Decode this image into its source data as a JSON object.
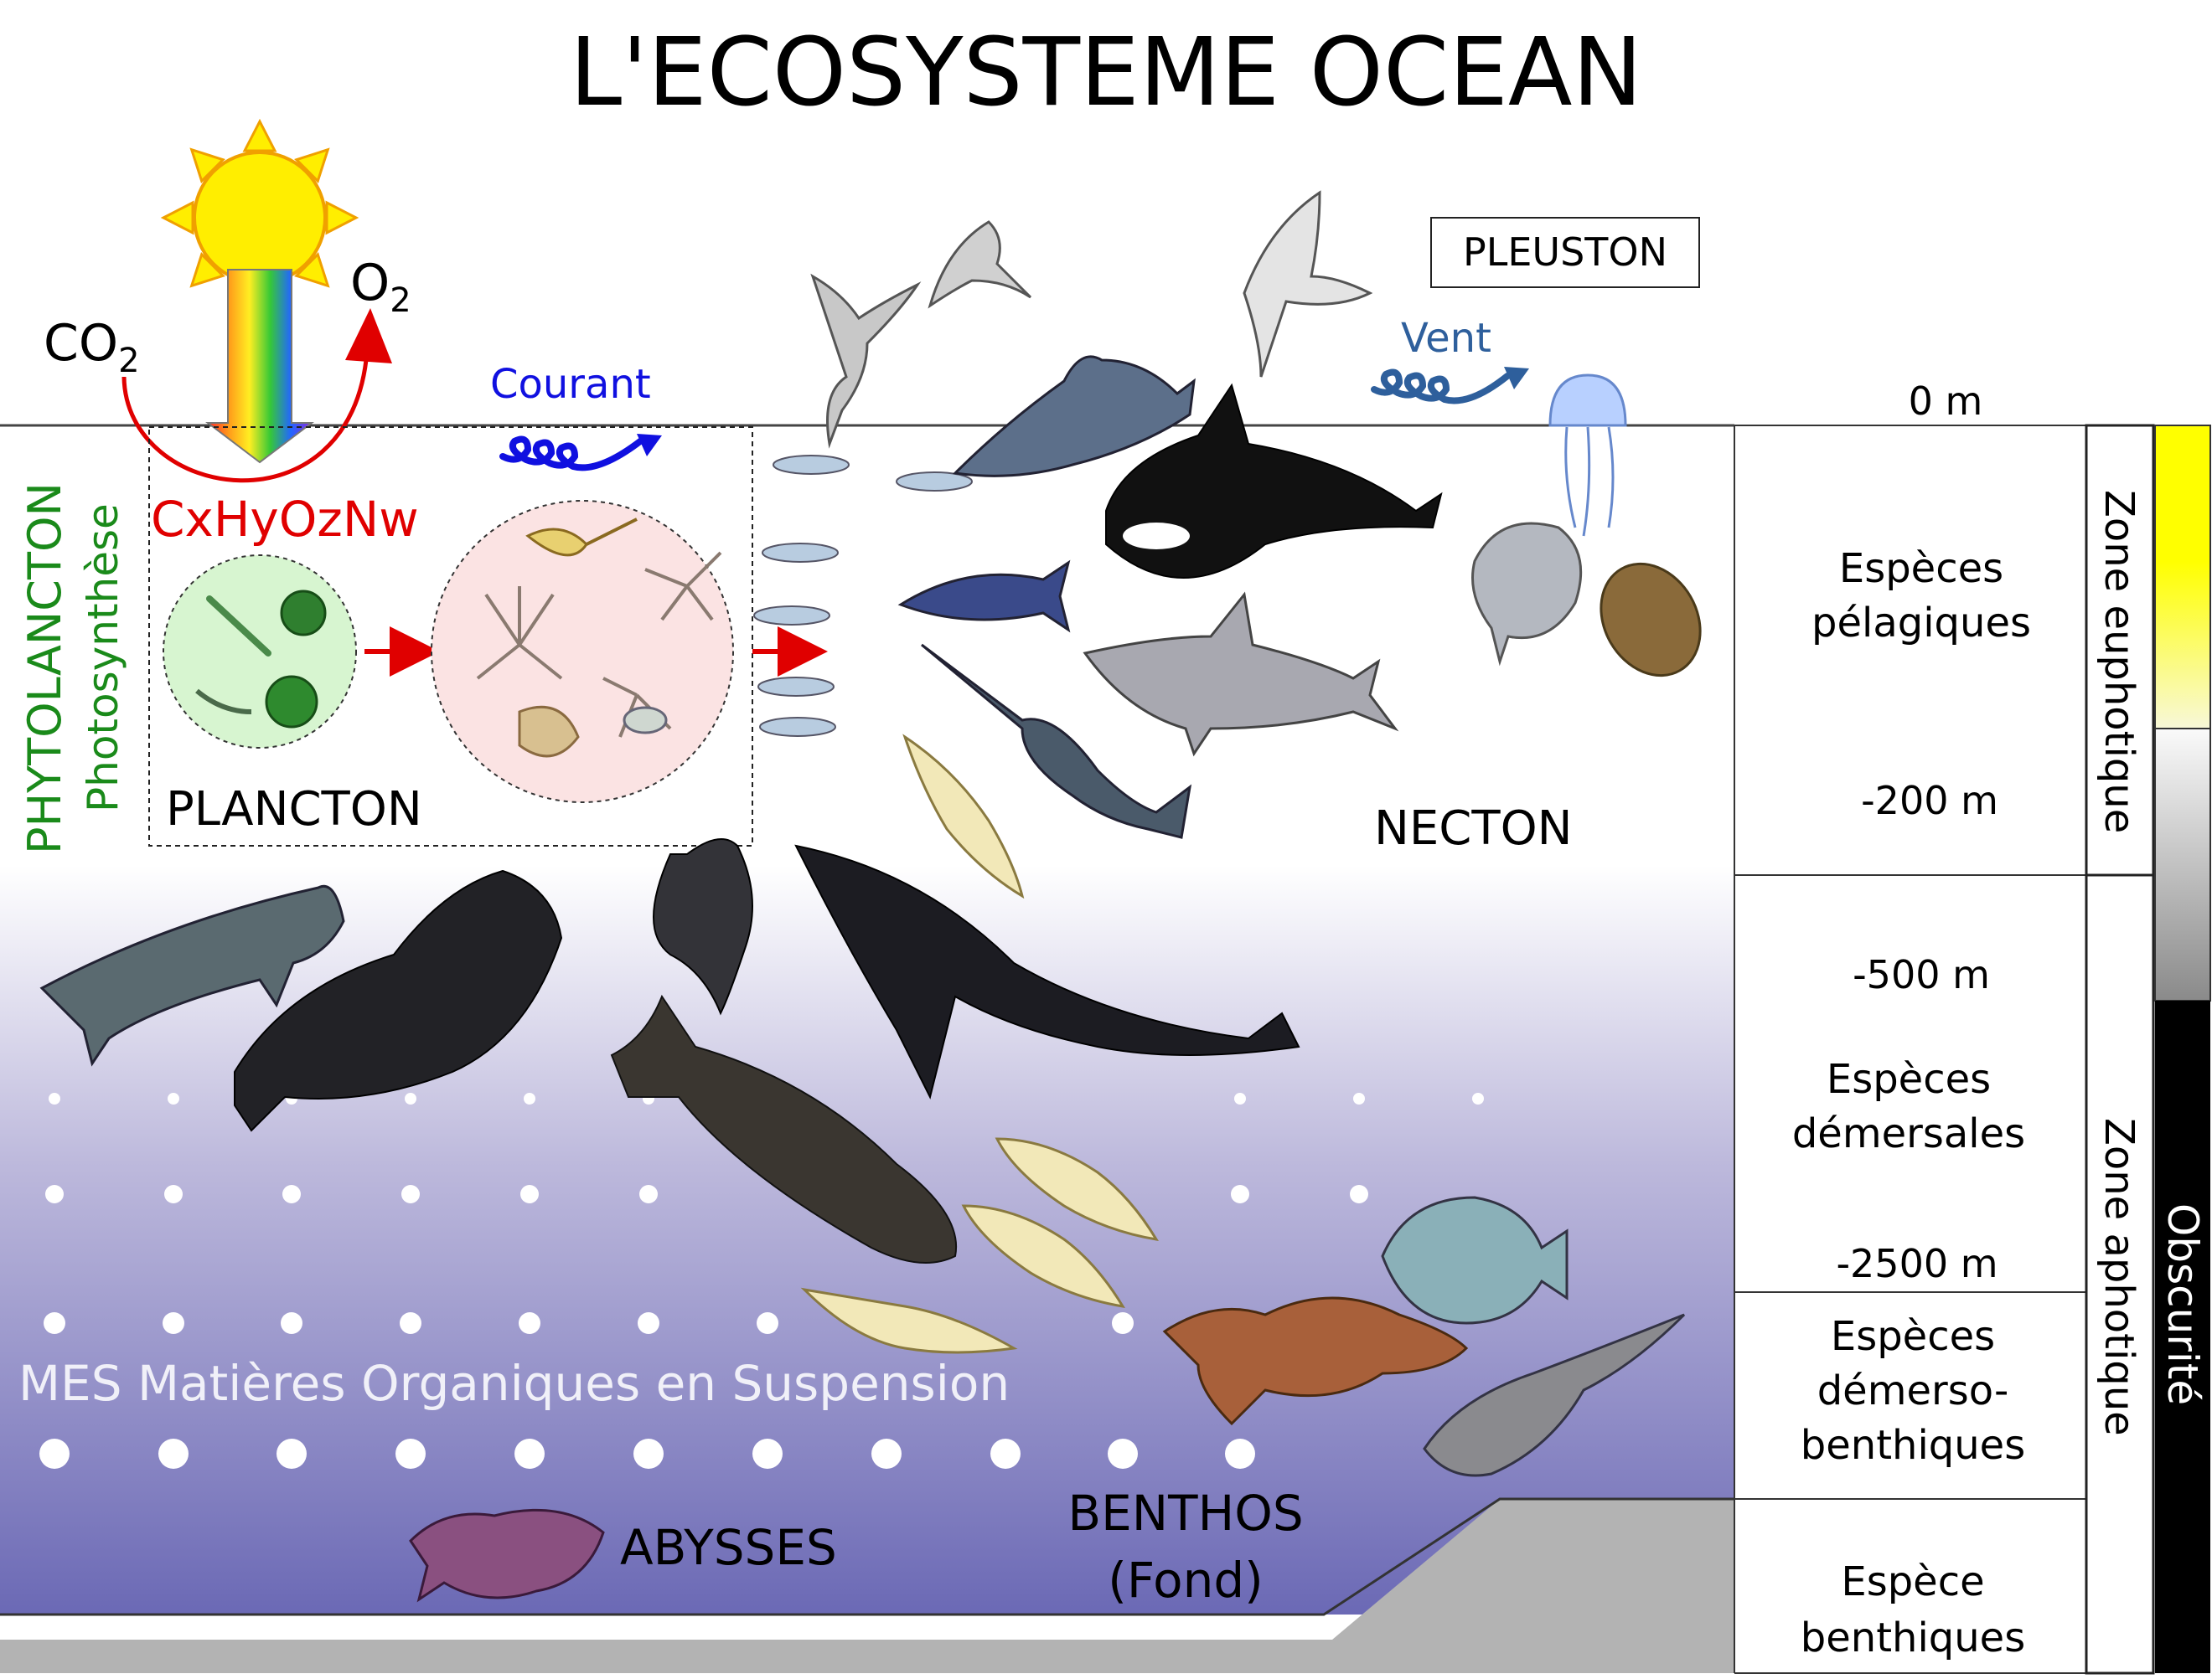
{
  "title": "L'ECOSYSTEME OCEAN",
  "photosynthesis": {
    "co2_main": "CO",
    "co2_sub": "2",
    "o2_main": "O",
    "o2_sub": "2",
    "formula": "CxHyOzNw",
    "vertical_title": "PHYTOLANCTON",
    "vertical_subtitle": "Photosynthèse",
    "plancton_label": "PLANCTON"
  },
  "labels": {
    "courant": "Courant",
    "vent": "Vent",
    "pleuston": "PLEUSTON",
    "necton": "NECTON",
    "mes": "MES Matières Organiques en Suspension",
    "abysses": "ABYSSES",
    "benthos": "BENTHOS",
    "fond": "(Fond)"
  },
  "depths": {
    "d0": "0 m",
    "d200": "-200 m",
    "d500": "-500 m",
    "d2500": "-2500 m"
  },
  "species": {
    "pelagic_1": "Espèces",
    "pelagic_2": "pélagiques",
    "demersal_1": "Espèces",
    "demersal_2": "démersales",
    "demerso_1": "Espèces",
    "demerso_2": "démerso-",
    "demerso_3": "benthiques",
    "benthic_1": "Espèce",
    "benthic_2": "benthiques"
  },
  "zones": {
    "euphotic": "Zone euphotique",
    "aphotic": "Zone aphotique",
    "dark": "Obscurité"
  },
  "colors": {
    "formula": "#e00000",
    "phyto": "#1a8a1a",
    "courant": "#1010e0",
    "vent": "#2e5f9c",
    "water_bottom": "#6b69b5",
    "seabed": "#b3b3b3"
  }
}
